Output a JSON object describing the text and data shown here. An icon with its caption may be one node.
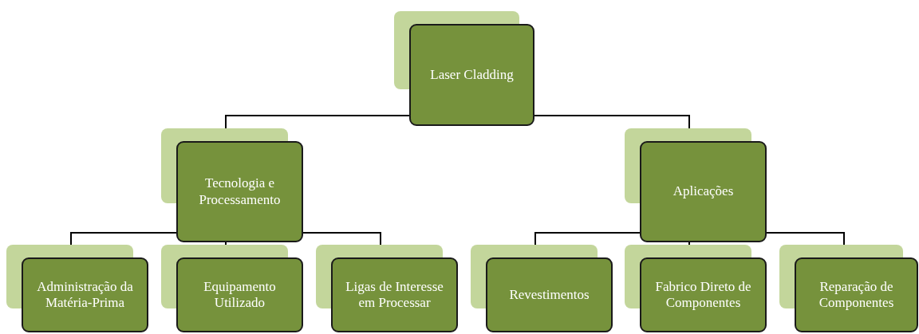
{
  "diagram": {
    "nodes": [
      {
        "text": [
          "Laser Cladding"
        ]
      },
      {
        "text": [
          "Tecnologia e Processamento"
        ]
      },
      {
        "text": [
          "Aplicações"
        ]
      },
      {
        "text": [
          "Administração da Matéria-Prima"
        ]
      },
      {
        "text": [
          "Equipamento Utilizado"
        ]
      },
      {
        "text": [
          "Ligas de Interesse em Processar"
        ]
      },
      {
        "text": [
          "Revestimentos"
        ]
      },
      {
        "text": [
          "Fabrico Direto de Componentes"
        ]
      },
      {
        "text": [
          "Reparação de Componentes"
        ]
      }
    ],
    "edges": [
      {
        "from": 0,
        "to": 1,
        "arrow": "none"
      },
      {
        "from": 0,
        "to": 2,
        "arrow": "none"
      },
      {
        "from": 1,
        "to": 3,
        "arrow": "none"
      },
      {
        "from": 1,
        "to": 4,
        "arrow": "none"
      },
      {
        "from": 1,
        "to": 5,
        "arrow": "none"
      },
      {
        "from": 2,
        "to": 6,
        "arrow": "none"
      },
      {
        "from": 2,
        "to": 7,
        "arrow": "none"
      },
      {
        "from": 2,
        "to": 8,
        "arrow": "none"
      }
    ]
  }
}
